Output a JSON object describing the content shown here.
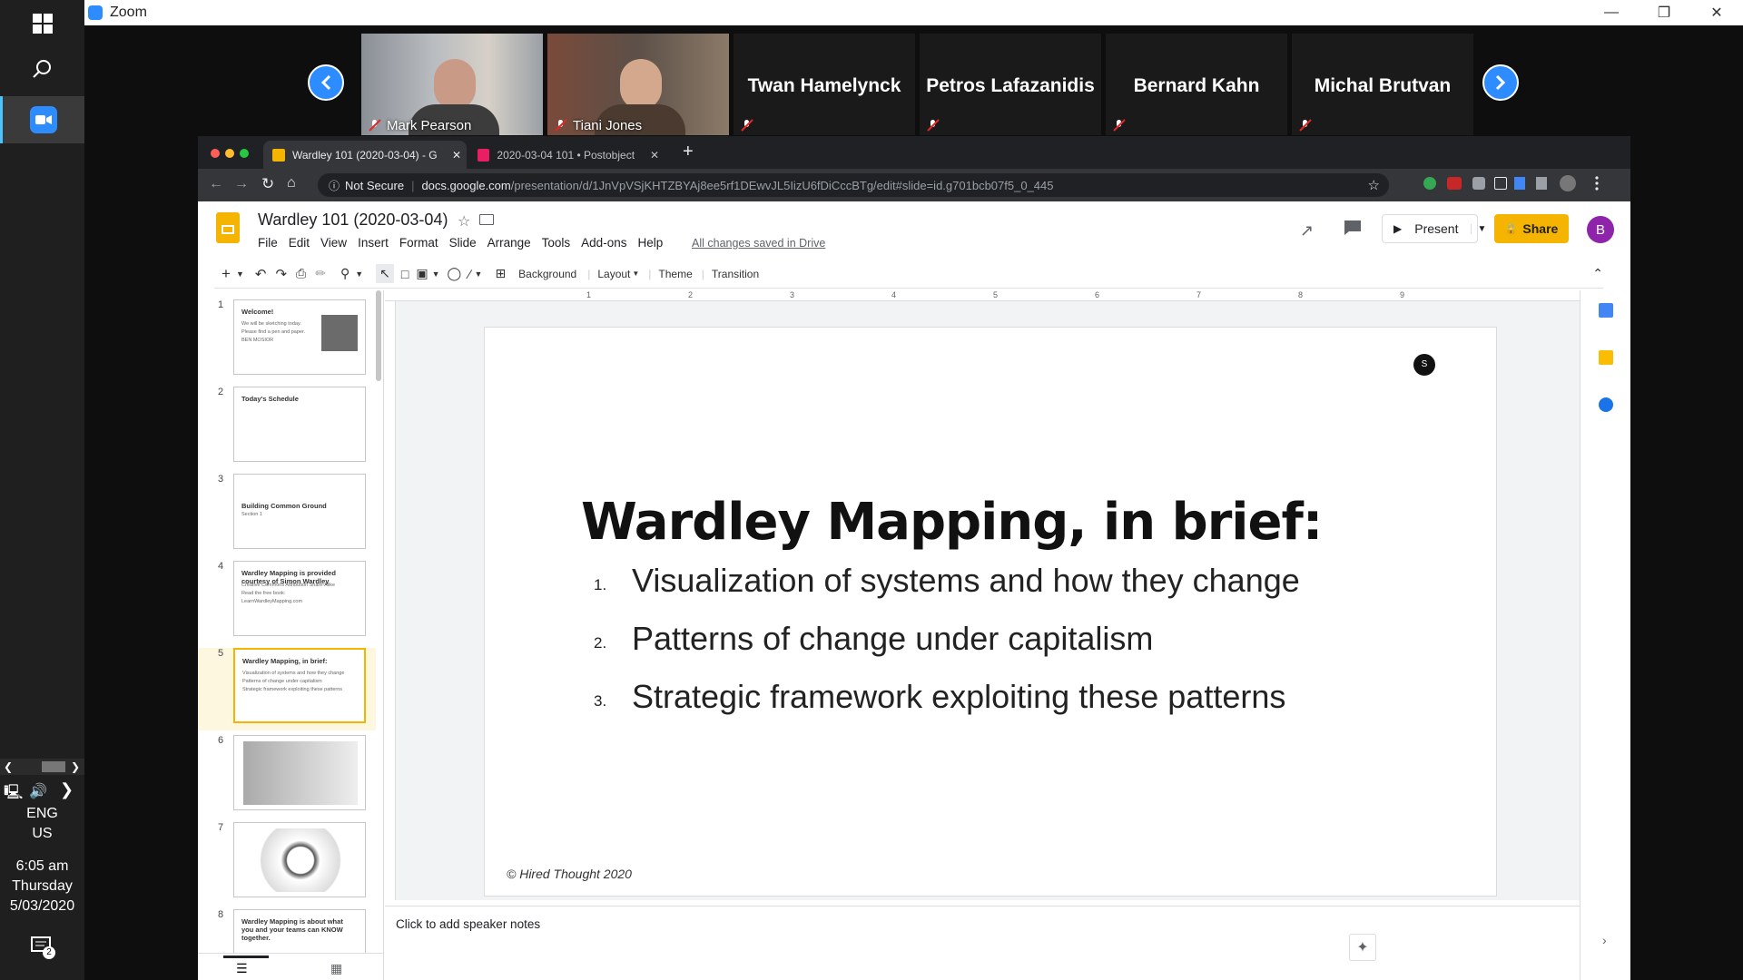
{
  "taskbar": {
    "lang": "ENG",
    "region": "US",
    "time": "6:05 am",
    "day": "Thursday",
    "date": "5/03/2020",
    "notification_count": "2"
  },
  "zoom": {
    "title": "Zoom",
    "participants": [
      {
        "name": "Mark Pearson",
        "video": true
      },
      {
        "name": "Tiani Jones",
        "video": true
      },
      {
        "name": "Twan Hamelynck",
        "video": false
      },
      {
        "name": "Petros Lafazanidis",
        "video": false
      },
      {
        "name": "Bernard Kahn",
        "video": false
      },
      {
        "name": "Michal Brutvan",
        "video": false
      }
    ]
  },
  "browser": {
    "tabs": [
      {
        "title": "Wardley 101 (2020-03-04) - G",
        "active": true
      },
      {
        "title": "2020-03-04 101 • Postobject",
        "active": false
      }
    ],
    "security": "Not Secure",
    "url_host": "docs.google.com",
    "url_path": "/presentation/d/1JnVpVSjKHTZBYAj8ee5rf1DEwvJL5IizU6fDiCccBTg/edit#slide=id.g701bcb07f5_0_445"
  },
  "slides": {
    "doc_title": "Wardley 101 (2020-03-04)",
    "menu": [
      "File",
      "Edit",
      "View",
      "Insert",
      "Format",
      "Slide",
      "Arrange",
      "Tools",
      "Add-ons",
      "Help"
    ],
    "save_status": "All changes saved in Drive",
    "present_label": "Present",
    "share_label": "Share",
    "avatar_letter": "B",
    "toolbar": {
      "background": "Background",
      "layout": "Layout",
      "theme": "Theme",
      "transition": "Transition"
    },
    "thumbnails": [
      {
        "num": "1",
        "title": "Welcome!",
        "lines": [
          "We will be sketching today.",
          "Please find a pen and paper.",
          "BEN MOSIOR"
        ]
      },
      {
        "num": "2",
        "title": "Today's Schedule",
        "lines": []
      },
      {
        "num": "3",
        "title": "Building Common Ground",
        "lines": [
          "Section 1"
        ]
      },
      {
        "num": "4",
        "title": "Wardley Mapping is provided courtesy of Simon Wardley",
        "lines": [
          "Creative Commons Attribution Share-Alike",
          "Read the free book:",
          "LearnWardleyMapping.com"
        ]
      },
      {
        "num": "5",
        "title": "Wardley Mapping, in brief:",
        "lines": [
          "Visualization of systems and how they change",
          "Patterns of change under capitalism",
          "Strategic framework exploiting these patterns"
        ]
      },
      {
        "num": "6",
        "title": "",
        "lines": []
      },
      {
        "num": "7",
        "title": "",
        "lines": []
      },
      {
        "num": "8",
        "title": "Wardley Mapping is about what you and your teams can KNOW together.",
        "lines": []
      }
    ],
    "ruler_numbers": [
      "1",
      "2",
      "3",
      "4",
      "5",
      "6",
      "7",
      "8",
      "9"
    ],
    "slide": {
      "heading": "Wardley Mapping, in brief:",
      "items": [
        {
          "num": "1.",
          "text": "Visualization of systems and how they change"
        },
        {
          "num": "2.",
          "text": "Patterns of change under capitalism"
        },
        {
          "num": "3.",
          "text": "Strategic framework exploiting these patterns"
        }
      ],
      "footer": "© Hired Thought 2020",
      "cursor_badge": "S"
    },
    "notes_placeholder": "Click to add speaker notes"
  }
}
